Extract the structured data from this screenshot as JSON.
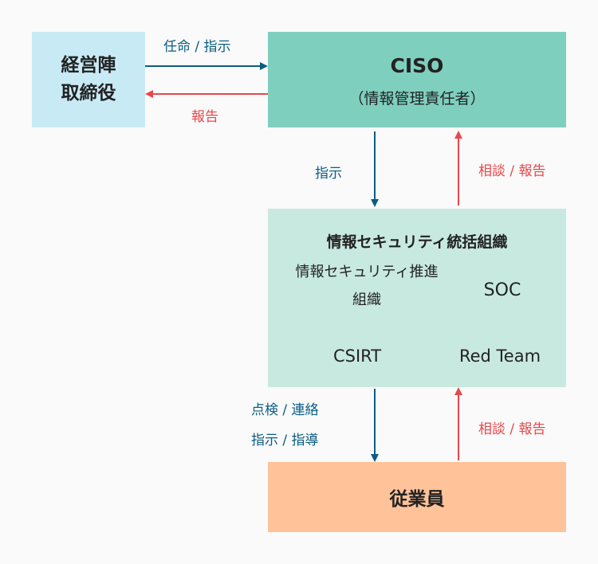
{
  "nodes": {
    "board": {
      "line1": "経営陣",
      "line2": "取締役"
    },
    "ciso": {
      "title": "CISO",
      "subtitle": "（情報管理責任者）"
    },
    "org": {
      "title": "情報セキュリティ統括組織",
      "promotion_line1": "情報セキュリティ推進",
      "promotion_line2": "組織",
      "soc": "SOC",
      "csirt": "CSIRT",
      "red_team": "Red Team"
    },
    "employees": {
      "title": "従業員"
    }
  },
  "edges": {
    "board_to_ciso": "任命 / 指示",
    "ciso_to_board": "報告",
    "ciso_to_org": "指示",
    "org_to_ciso": "相談 / 報告",
    "org_to_emp_line1": "点検 / 連絡",
    "org_to_emp_line2": "指示 / 指導",
    "emp_to_org": "相談 / 報告"
  },
  "colors": {
    "board": "#c8eaf5",
    "ciso": "#7fcfbf",
    "org": "#c8e9df",
    "employees": "#ffc299",
    "instruction_arrow": "#0a5d83",
    "report_arrow": "#e8484c"
  }
}
